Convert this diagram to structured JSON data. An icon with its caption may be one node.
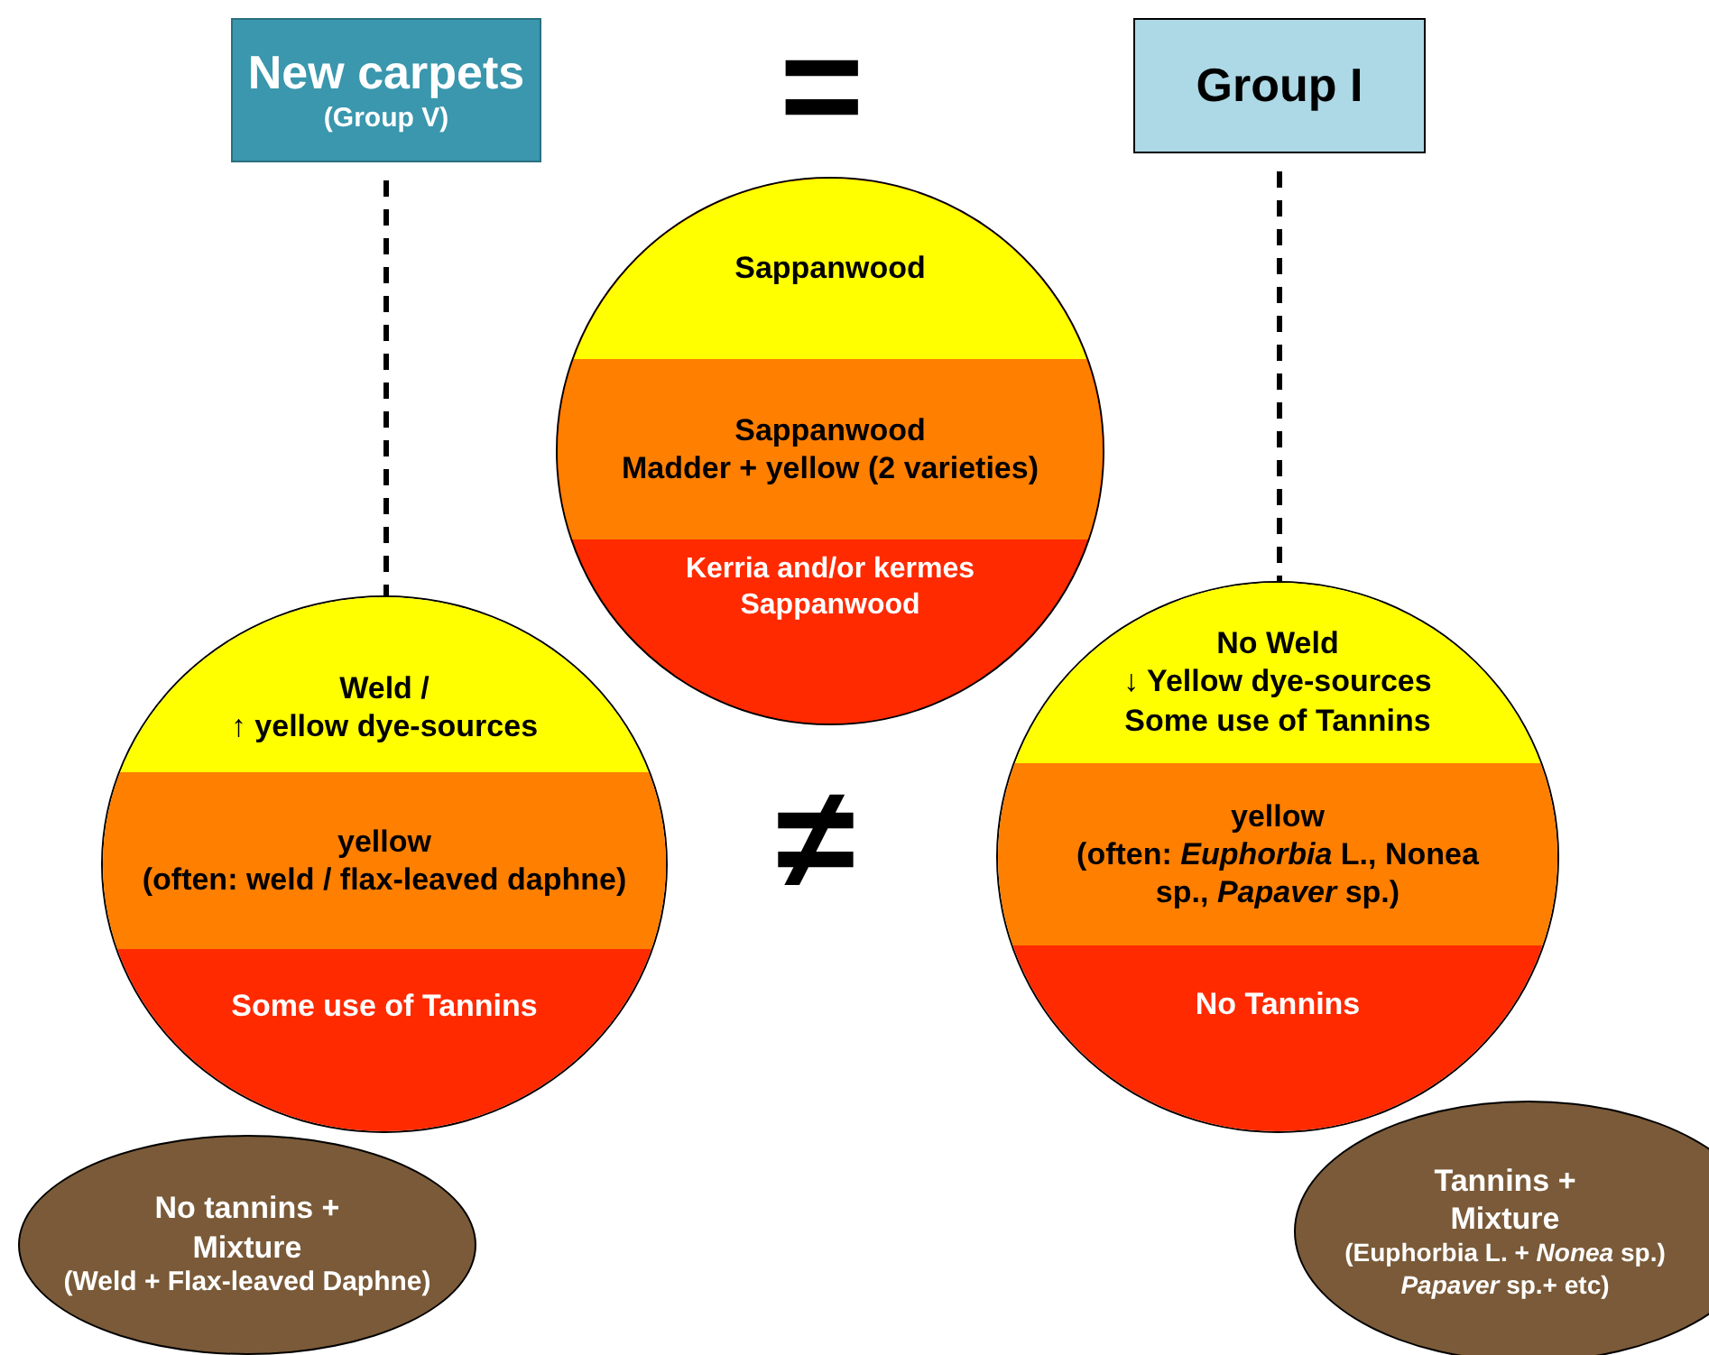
{
  "diagram": {
    "nodes": [
      {
        "text": [
          "New carpets",
          "(Group V)"
        ]
      },
      {
        "text": [
          "Group I"
        ]
      },
      {
        "text": [],
        "shape": "circle"
      },
      {
        "text": [
          "Sappanwood"
        ],
        "in": 2
      },
      {
        "text": [
          "Sappanwood",
          "Madder + yellow (2 varieties)"
        ],
        "in": 2
      },
      {
        "text": [
          "Kerria and/or kermes",
          "Sappanwood"
        ],
        "in": 2
      },
      {
        "text": [],
        "shape": "circle"
      },
      {
        "text": [
          "Weld /",
          "↑ yellow dye-sources"
        ],
        "in": 6
      },
      {
        "text": [
          "yellow",
          "(often: weld / flax-leaved daphne)"
        ],
        "in": 6
      },
      {
        "text": [
          "Some use of Tannins"
        ],
        "in": 6
      },
      {
        "text": [],
        "shape": "circle"
      },
      {
        "text": [
          "No Weld",
          "↓ Yellow dye-sources",
          "Some use of Tannins"
        ],
        "in": 10
      },
      {
        "text": [
          "yellow",
          "(often: *Euphorbia* L., Nonea sp., *Papaver* sp.)"
        ],
        "in": 10
      },
      {
        "text": [
          "No Tannins"
        ],
        "in": 10
      },
      {
        "text": [
          "No tannins + Mixture",
          "(Weld + Flax-leaved Daphne)"
        ]
      },
      {
        "text": [
          "Tannins + Mixture",
          "(Euphorbia L. + *Nonea* sp.) *Papaver* sp.+ etc)"
        ]
      }
    ],
    "edges": [
      {
        "from": 0,
        "to": 6,
        "arrow": "none",
        "style": "dashed"
      },
      {
        "from": 1,
        "to": 10,
        "arrow": "none",
        "style": "dashed"
      }
    ],
    "labels": [
      "=",
      "≠"
    ]
  }
}
